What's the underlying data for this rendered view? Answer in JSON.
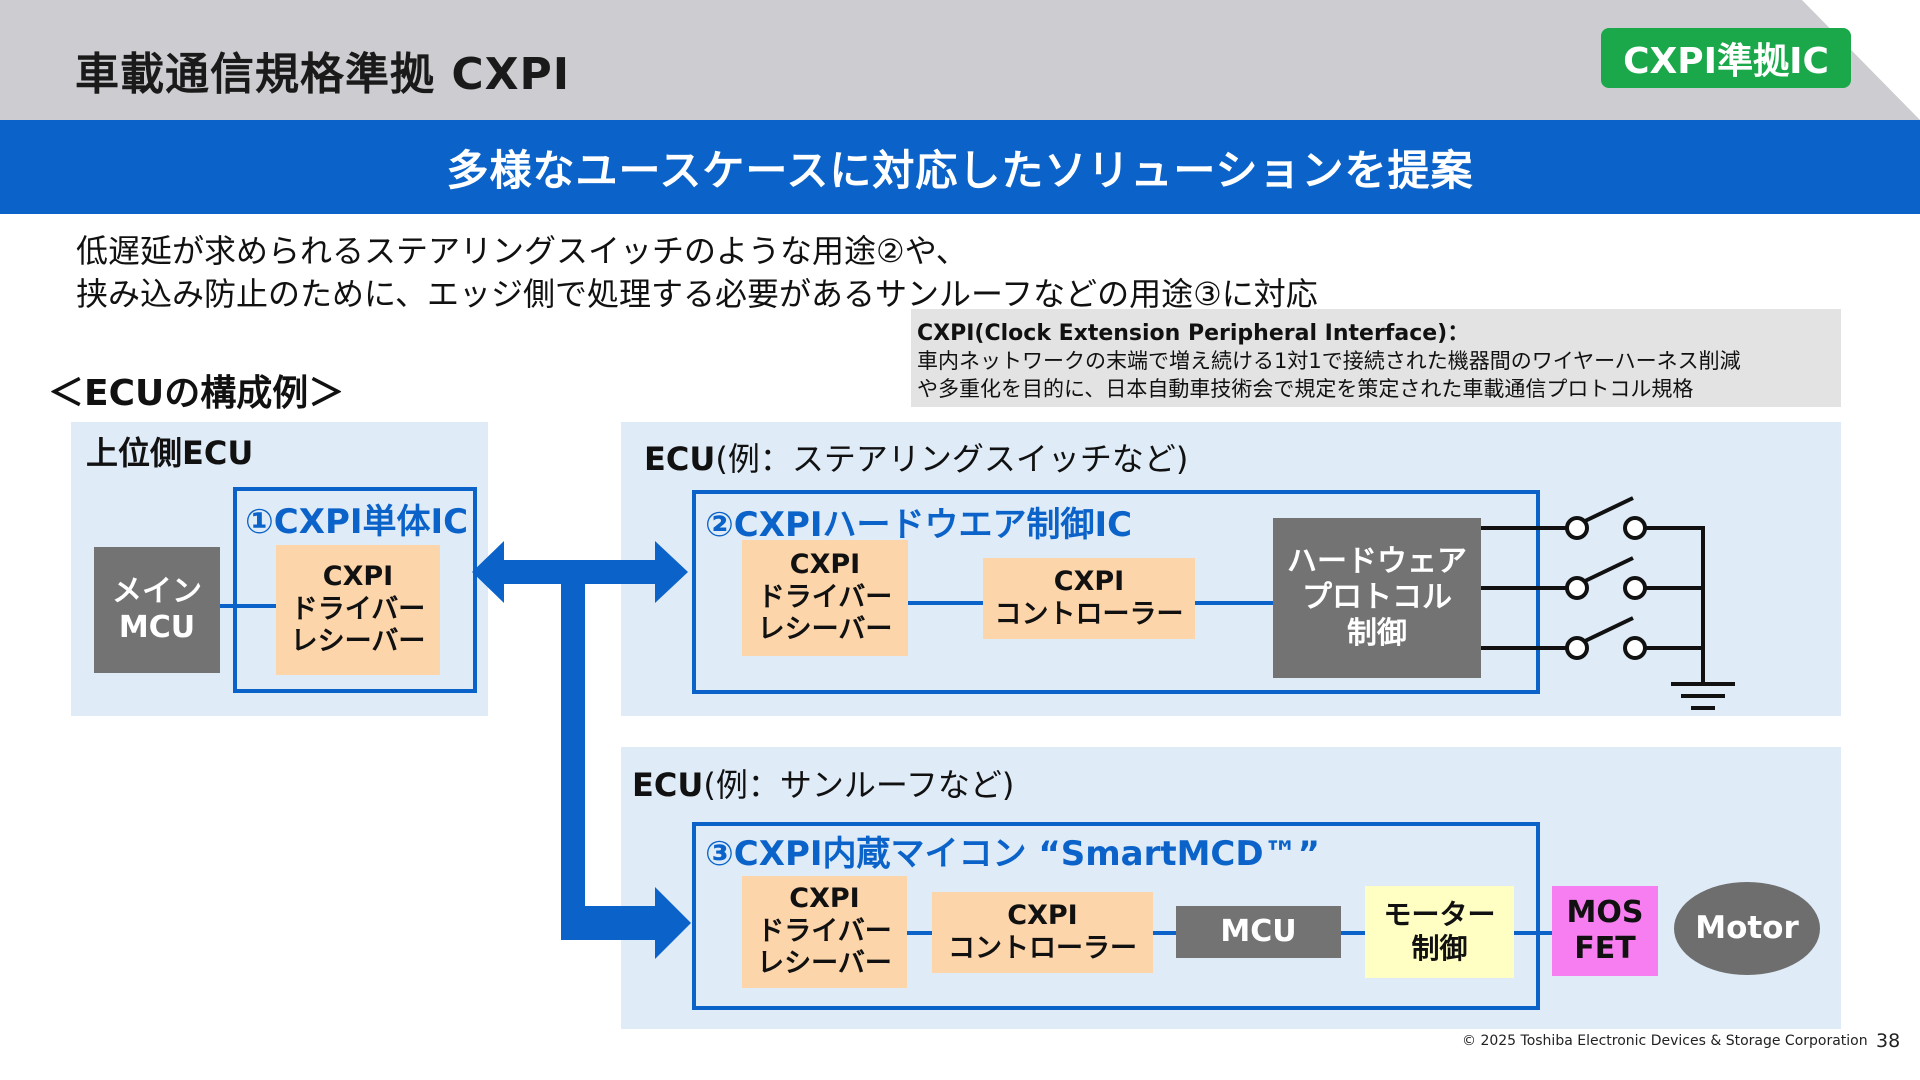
{
  "header": {
    "title": "車載通信規格準拠 CXPI",
    "badge": "CXPI準拠IC",
    "banner": "多様なユースケースに対応したソリューションを提案"
  },
  "intro": {
    "line1": "低遅延が求められるステアリングスイッチのような用途②や、",
    "line2": "挟み込み防止のために、エッジ側で処理する必要があるサンルーフなどの用途③に対応"
  },
  "definition": {
    "term": "CXPI(Clock Extension Peripheral Interface)：",
    "line1": "車内ネットワークの末端で増え続ける1対1で接続された機器間のワイヤーハーネス削減",
    "line2": "や多重化を目的に、日本自動車技術会で規定を策定された車載通信プロトコル規格"
  },
  "section_title": "＜ECUの構成例＞",
  "upper_ecu": {
    "label": "上位側ECU",
    "frame_title": "①CXPI単体IC",
    "main_mcu": "メイン\nMCU",
    "transceiver": "CXPI\nドライバー\nレシーバー"
  },
  "ecu_steering": {
    "label_bold": "ECU",
    "label_rest": "(例：ステアリングスイッチなど)",
    "frame_title": "②CXPIハードウエア制御IC",
    "transceiver": "CXPI\nドライバー\nレシーバー",
    "controller": "CXPI\nコントローラー",
    "hw_protocol": "ハードウェア\nプロトコル\n制御"
  },
  "ecu_sunroof": {
    "label_bold": "ECU",
    "label_rest": "(例：サンルーフなど)",
    "frame_title": "③CXPI内蔵マイコン “SmartMCD™”",
    "transceiver": "CXPI\nドライバー\nレシーバー",
    "controller": "CXPI\nコントローラー",
    "mcu": "MCU",
    "motor_control": "モーター\n制御",
    "mosfet": "MOS\nFET",
    "motor": "Motor"
  },
  "colors": {
    "accent_blue": "#0b63c9",
    "badge_green": "#1aa84a",
    "panel_blue": "#dfecf8",
    "block_orange": "#fcd5aa",
    "block_gray": "#737373",
    "block_yellow": "#ffffc4",
    "block_pink": "#f67ef1"
  },
  "footer": {
    "copyright": "© 2025 Toshiba Electronic Devices & Storage Corporation",
    "page": "38"
  }
}
